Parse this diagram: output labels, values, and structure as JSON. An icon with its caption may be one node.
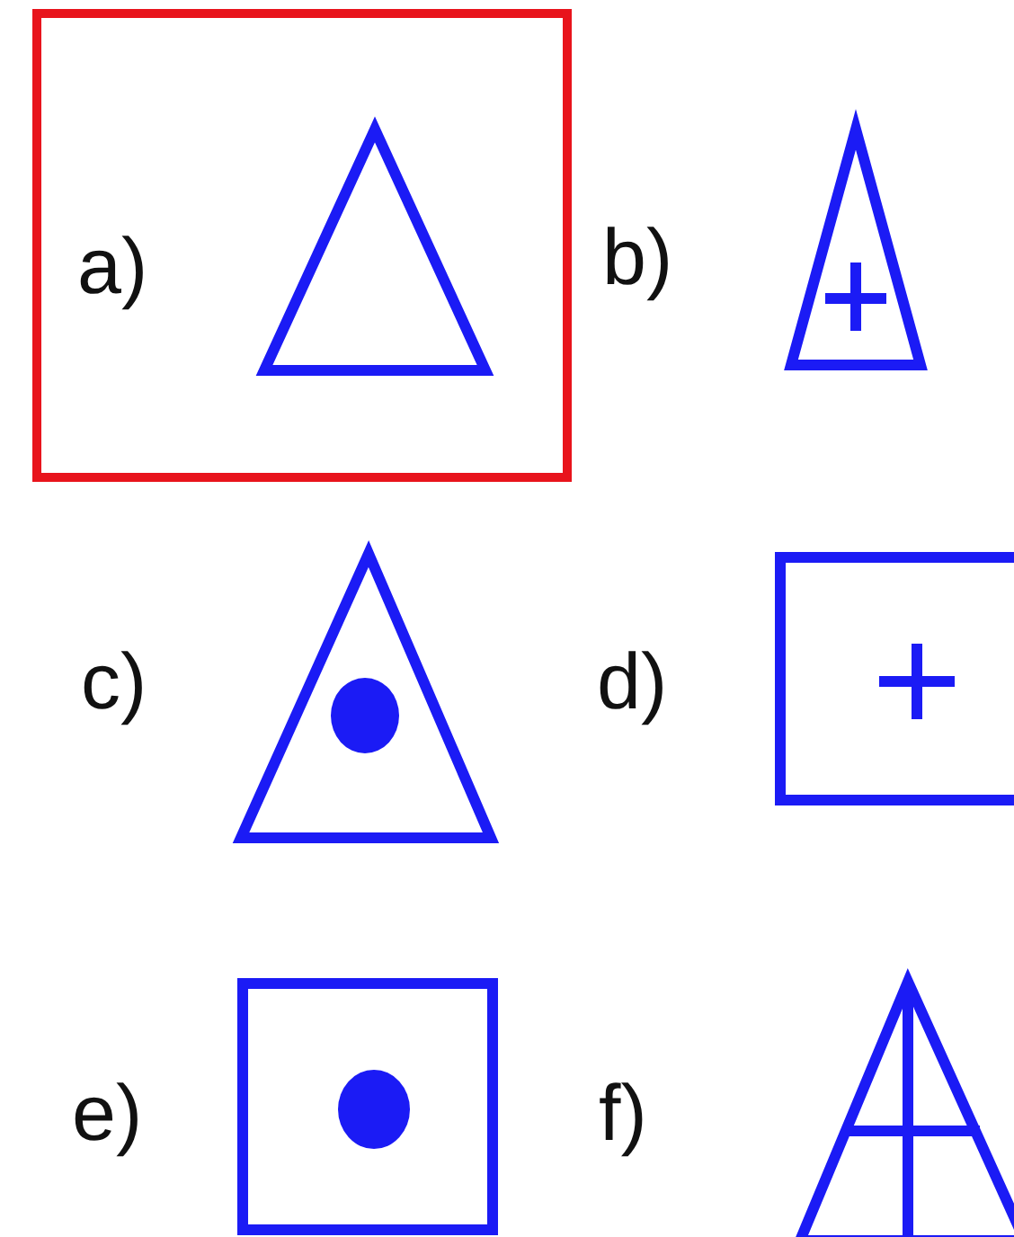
{
  "diagram": {
    "nodes": [
      {
        "text": [
          "a)"
        ]
      },
      {
        "text": [],
        "shape": "triangle",
        "in": 0
      }
    ],
    "labels": [
      "b)",
      "c)",
      "d)",
      "e)",
      "f)"
    ]
  }
}
